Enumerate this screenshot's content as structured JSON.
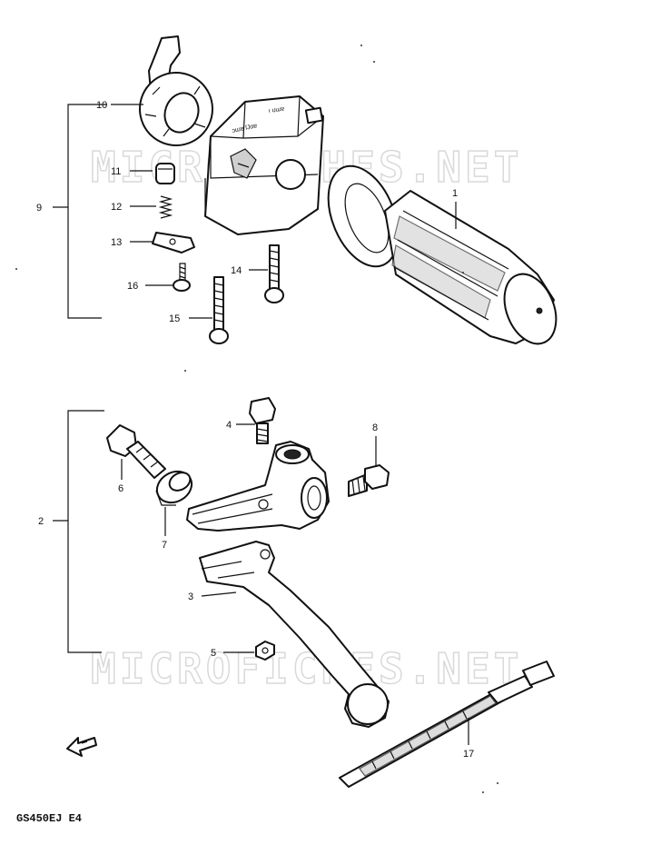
{
  "watermarks": [
    "MICROFICHES.NET",
    "MICROFICHES.NET"
  ],
  "diagram_code": "GS450EJ E4",
  "callouts": [
    {
      "id": "c1",
      "label": "1"
    },
    {
      "id": "c2",
      "label": "2"
    },
    {
      "id": "c3",
      "label": "3"
    },
    {
      "id": "c4",
      "label": "4"
    },
    {
      "id": "c5",
      "label": "5"
    },
    {
      "id": "c6",
      "label": "6"
    },
    {
      "id": "c7",
      "label": "7"
    },
    {
      "id": "c8",
      "label": "8"
    },
    {
      "id": "c9",
      "label": "9"
    },
    {
      "id": "c10",
      "label": "10"
    },
    {
      "id": "c11",
      "label": "11"
    },
    {
      "id": "c12",
      "label": "12"
    },
    {
      "id": "c13",
      "label": "13"
    },
    {
      "id": "c14",
      "label": "14"
    },
    {
      "id": "c15",
      "label": "15"
    },
    {
      "id": "c16",
      "label": "16"
    },
    {
      "id": "c17",
      "label": "17"
    }
  ]
}
